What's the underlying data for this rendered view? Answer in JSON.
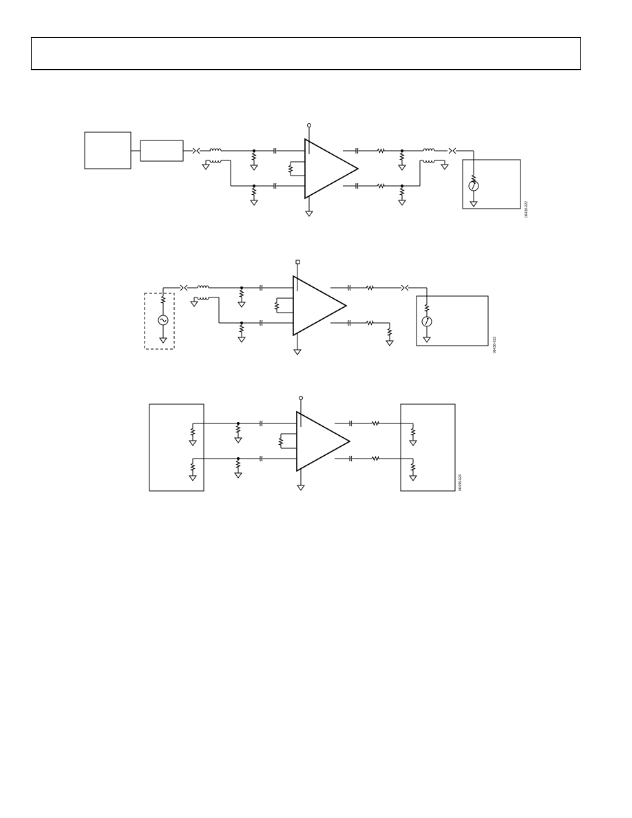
{
  "header": {
    "text": ""
  },
  "figures": [
    {
      "id": "fig-1",
      "figure_code": "06438-022"
    },
    {
      "id": "fig-2",
      "figure_code": "06438-023"
    },
    {
      "id": "fig-3",
      "figure_code": "06438-024"
    }
  ],
  "colors": {
    "ink": "#000000",
    "paper": "#ffffff"
  }
}
